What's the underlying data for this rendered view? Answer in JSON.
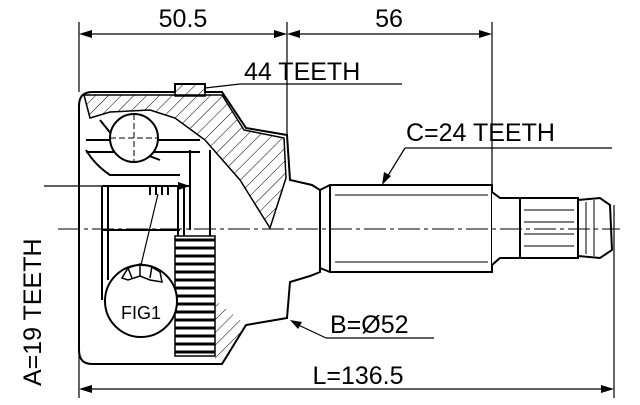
{
  "diagram": {
    "dimensions": {
      "top_left": "50.5",
      "top_right": "56",
      "total_length": "L=136.5"
    },
    "callouts": {
      "ring_teeth": "44 TEETH",
      "shaft_spline": "C=24 TEETH",
      "inner_spline": "A=19 TEETH",
      "seal_diameter": "B=Ø52",
      "figure_ref": "FIG1"
    }
  }
}
